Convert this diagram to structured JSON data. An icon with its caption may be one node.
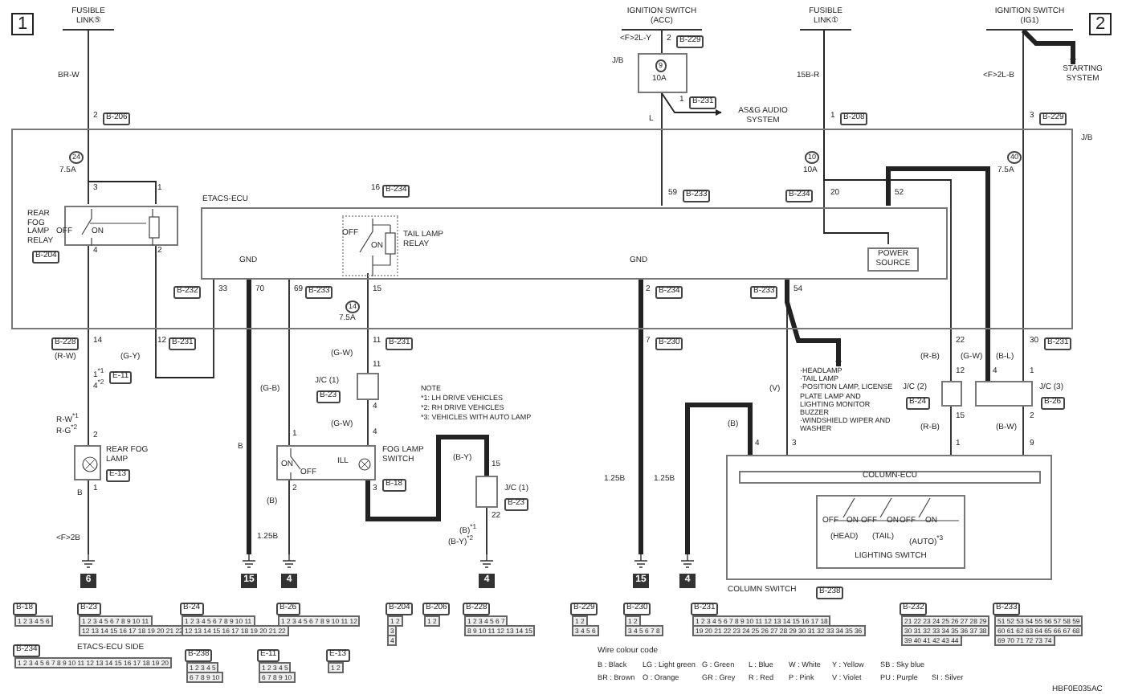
{
  "diagram": {
    "nodes": [
      {
        "text": [
          "FUSIBLE LINK⑤"
        ]
      },
      {
        "text": [
          "IGNITION SWITCH (ACC)"
        ]
      },
      {
        "text": [
          "FUSIBLE LINK①"
        ]
      },
      {
        "text": [
          "IGNITION SWITCH (IG1)"
        ]
      },
      {
        "text": [
          "STARTING SYSTEM"
        ]
      },
      {
        "text": [
          "AS&G AUDIO SYSTEM"
        ]
      },
      {
        "text": [
          "J/B"
        ]
      },
      {
        "text": [
          "REAR FOG LAMP RELAY",
          "B-204"
        ],
        "in": 6
      },
      {
        "text": [
          "ETACS-ECU"
        ],
        "in": 6
      },
      {
        "text": [
          "TAIL LAMP RELAY"
        ],
        "in": 8
      },
      {
        "text": [
          "POWER SOURCE"
        ],
        "in": 8
      },
      {
        "text": [
          "J/B"
        ]
      },
      {
        "text": [
          "REAR FOG LAMP",
          "E-13"
        ]
      },
      {
        "text": [
          "J/C (1)",
          "B-23"
        ]
      },
      {
        "text": [
          "FOG LAMP SWITCH",
          "B-18"
        ]
      },
      {
        "text": [
          "J/C (1)",
          "B-23"
        ]
      },
      {
        "text": [
          "·HEADLAMP",
          "·TAIL LAMP",
          "·POSITION LAMP, LICENSE PLATE LAMP AND LIGHTING MONITOR BUZZER",
          "·WINDSHIELD WIPER AND WASHER"
        ]
      },
      {
        "text": [
          "J/C (2)",
          "B-24"
        ]
      },
      {
        "text": [
          "J/C (3)",
          "B-26"
        ]
      },
      {
        "text": [
          "COLUMN SWITCH",
          "B-238"
        ]
      },
      {
        "text": [
          "COLUMN-ECU"
        ],
        "in": 19
      },
      {
        "text": [
          "LIGHTING SWITCH"
        ],
        "in": 19
      },
      {
        "text": [
          "6"
        ]
      },
      {
        "text": [
          "15"
        ]
      },
      {
        "text": [
          "4"
        ]
      },
      {
        "text": [
          "4"
        ]
      },
      {
        "text": [
          "15"
        ]
      },
      {
        "text": [
          "4"
        ]
      }
    ],
    "edges": [
      {
        "from": 0,
        "to": 7,
        "arrow": "none"
      },
      {
        "from": 1,
        "to": 11,
        "arrow": "none"
      },
      {
        "from": 11,
        "to": 5,
        "arrow": "to"
      },
      {
        "from": 11,
        "to": 8,
        "arrow": "none"
      },
      {
        "from": 2,
        "to": 10,
        "arrow": "none"
      },
      {
        "from": 2,
        "to": 17,
        "arrow": "none"
      },
      {
        "from": 8,
        "to": 18,
        "arrow": "none",
        "style": "thick"
      },
      {
        "from": 3,
        "to": 4,
        "arrow": "to",
        "style": "thick"
      },
      {
        "from": 3,
        "to": 18,
        "arrow": "none"
      },
      {
        "from": 7,
        "to": 12,
        "arrow": "none"
      },
      {
        "from": 7,
        "to": 8,
        "arrow": "none"
      },
      {
        "from": 8,
        "to": 23,
        "arrow": "none",
        "style": "thick"
      },
      {
        "from": 8,
        "to": 14,
        "arrow": "none"
      },
      {
        "from": 9,
        "to": 13,
        "arrow": "none"
      },
      {
        "from": 13,
        "to": 14,
        "arrow": "none"
      },
      {
        "from": 14,
        "to": 15,
        "arrow": "none",
        "style": "thick"
      },
      {
        "from": 14,
        "to": 24,
        "arrow": "none"
      },
      {
        "from": 12,
        "to": 22,
        "arrow": "none"
      },
      {
        "from": 15,
        "to": 25,
        "arrow": "none"
      },
      {
        "from": 8,
        "to": 26,
        "arrow": "none",
        "style": "thick"
      },
      {
        "from": 8,
        "to": 19,
        "arrow": "none"
      },
      {
        "from": 8,
        "to": 16,
        "arrow": "to",
        "style": "thick"
      },
      {
        "from": 19,
        "to": 27,
        "arrow": "none",
        "style": "thick"
      },
      {
        "from": 17,
        "to": 19,
        "arrow": "none"
      },
      {
        "from": 18,
        "to": 19,
        "arrow": "none"
      }
    ],
    "labels": [
      "1",
      "BR-W",
      "2",
      "B-206",
      "24",
      "7.5A",
      "3",
      "1",
      "OFF",
      "ON",
      "4",
      "2",
      "16",
      "B-234",
      "OFF",
      "ON",
      "B-232",
      "33",
      "GND",
      "70",
      "69",
      "B-233",
      "15",
      "14",
      "7.5A",
      "<F>2L-Y",
      "2",
      "B-229",
      "9",
      "10A",
      "1",
      "B-231",
      "L",
      "59",
      "B-233",
      "15B-R",
      "1",
      "B-208",
      "10",
      "10A",
      "B-234",
      "20",
      "52",
      "<F>2L-B",
      "3",
      "B-229",
      "40",
      "7.5A",
      "2",
      "GND",
      "2",
      "B-234",
      "B-233",
      "54",
      "B-228",
      "14",
      "(R-W)",
      "1$^{*1}$",
      "4$^{*2}$",
      "E-11",
      "R-W$^{*1}$",
      "R-G$^{*2}$",
      "2",
      "1",
      "B",
      "<F>2B",
      "12",
      "B-231",
      "(G-Y)",
      "B",
      "(G-B)",
      "1",
      "ON",
      "OFF",
      "ILL",
      "2",
      "(B)",
      "1.25B",
      "11",
      "B-231",
      "(G-W)",
      "11",
      "4",
      "(G-W)",
      "4",
      "3",
      "(B-Y)",
      "15",
      "22",
      "(B)$^{*1}$",
      "(B-Y)$^{*2}$",
      "NOTE",
      "*1: LH DRIVE VEHICLES",
      "*2: RH DRIVE VEHICLES",
      "*3: VEHICLES WITH AUTO LAMP",
      "7",
      "B-230",
      "1.25B",
      "1.25B",
      "(V)",
      "(B)",
      "4",
      "3",
      "22",
      "(R-B)",
      "12",
      "15",
      "(R-B)",
      "1",
      "(G-W)",
      "4",
      "30",
      "B-231",
      "(B-L)",
      "1",
      "2",
      "(B-W)",
      "9",
      "OFF",
      "ON",
      "OFF",
      "ON",
      "OFF",
      "ON",
      "(HEAD)",
      "(TAIL)",
      "(AUTO)$^{*3}$",
      "B-18",
      "1 2 3 4 5 6",
      "B-23",
      "1 2 3 4 5 6 7 8 9 10 11",
      "12 13 14 15 16 17 18 19 20 21 22",
      "B-24",
      "1 2 3 4 5 6 7 8 9 10 11",
      "12 13 14 15 16 17 18 19 20 21 22",
      "B-26",
      "1 2 3 4 5 6 7 8 9 10 11 12",
      "B-204",
      "1 2",
      "3",
      "4",
      "B-206",
      "1 2",
      "B-228",
      "1 2 3 4 5 6 7",
      "8 9 10 11 12 13 14 15",
      "B-234",
      "ETACS-ECU SIDE",
      "1 2 3 4 5 6 7 8 9 10 11 12 13 14 15 16 17 18 19 20",
      "B-238",
      "1 2 3 4 5",
      "6 7 8 9 10",
      "E-11",
      "1 2 3 4 5",
      "6 7 8 9 10",
      "E-13",
      "1 2",
      "B-229",
      "1 2",
      "3 4 5 6",
      "B-230",
      "1 2",
      "3 4 5 6 7 8",
      "B-231",
      "1 2 3 4 5 6 7 8 9 10 11 12 13 14 15 16 17 18",
      "19 20 21 22 23 24 25 26 27 28 29 30 31 32 33 34 35 36",
      "B-232",
      "21 22 23 24 25 26 27 28 29",
      "30 31 32 33 34 35 36 37 38",
      "39 40 41 42 43 44",
      "B-233",
      "51 52 53 54 55 56 57 58 59",
      "60 61 62 63 64 65 66 67 68",
      "69 70 71 72 73 74",
      "Wire colour code",
      "B : Black",
      "LG : Light green",
      "G : Green",
      "L : Blue",
      "W : White",
      "Y : Yellow",
      "SB : Sky blue",
      "BR : Brown",
      "O : Orange",
      "GR : Grey",
      "R : Red",
      "P : Pink",
      "V : Violet",
      "PU : Purple",
      "SI : Silver",
      "HBF0E035AC"
    ]
  }
}
